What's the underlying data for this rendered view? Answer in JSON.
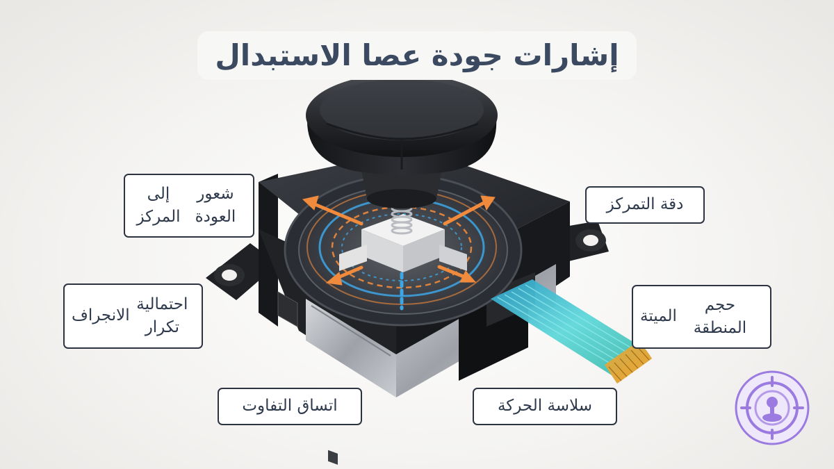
{
  "title": "إشارات جودة عصا الاستبدال",
  "labels": {
    "return_to_center": {
      "line1": "شعور العودة",
      "line2": "إلى المركز"
    },
    "centering_accuracy": {
      "line1": "دقة التمركز"
    },
    "drift_likelihood": {
      "line1": "احتمالية تكرار",
      "line2": "الانجراف"
    },
    "dead_zone_size": {
      "line1": "حجم المنطقة",
      "line2": "الميتة"
    },
    "tolerance_consistency": {
      "line1": "اتساق التفاوت"
    },
    "movement_smoothness": {
      "line1": "سلاسة الحركة"
    }
  },
  "colors": {
    "accent_orange": "#f08a3c",
    "accent_blue": "#3da6e6",
    "badge_purple": "#9b7be0",
    "title_text": "#3b4a61",
    "flex_cable": "#4fd0d8",
    "gold_contacts": "#e0a63a"
  },
  "icons": {
    "badge": "target-joystick-icon"
  }
}
